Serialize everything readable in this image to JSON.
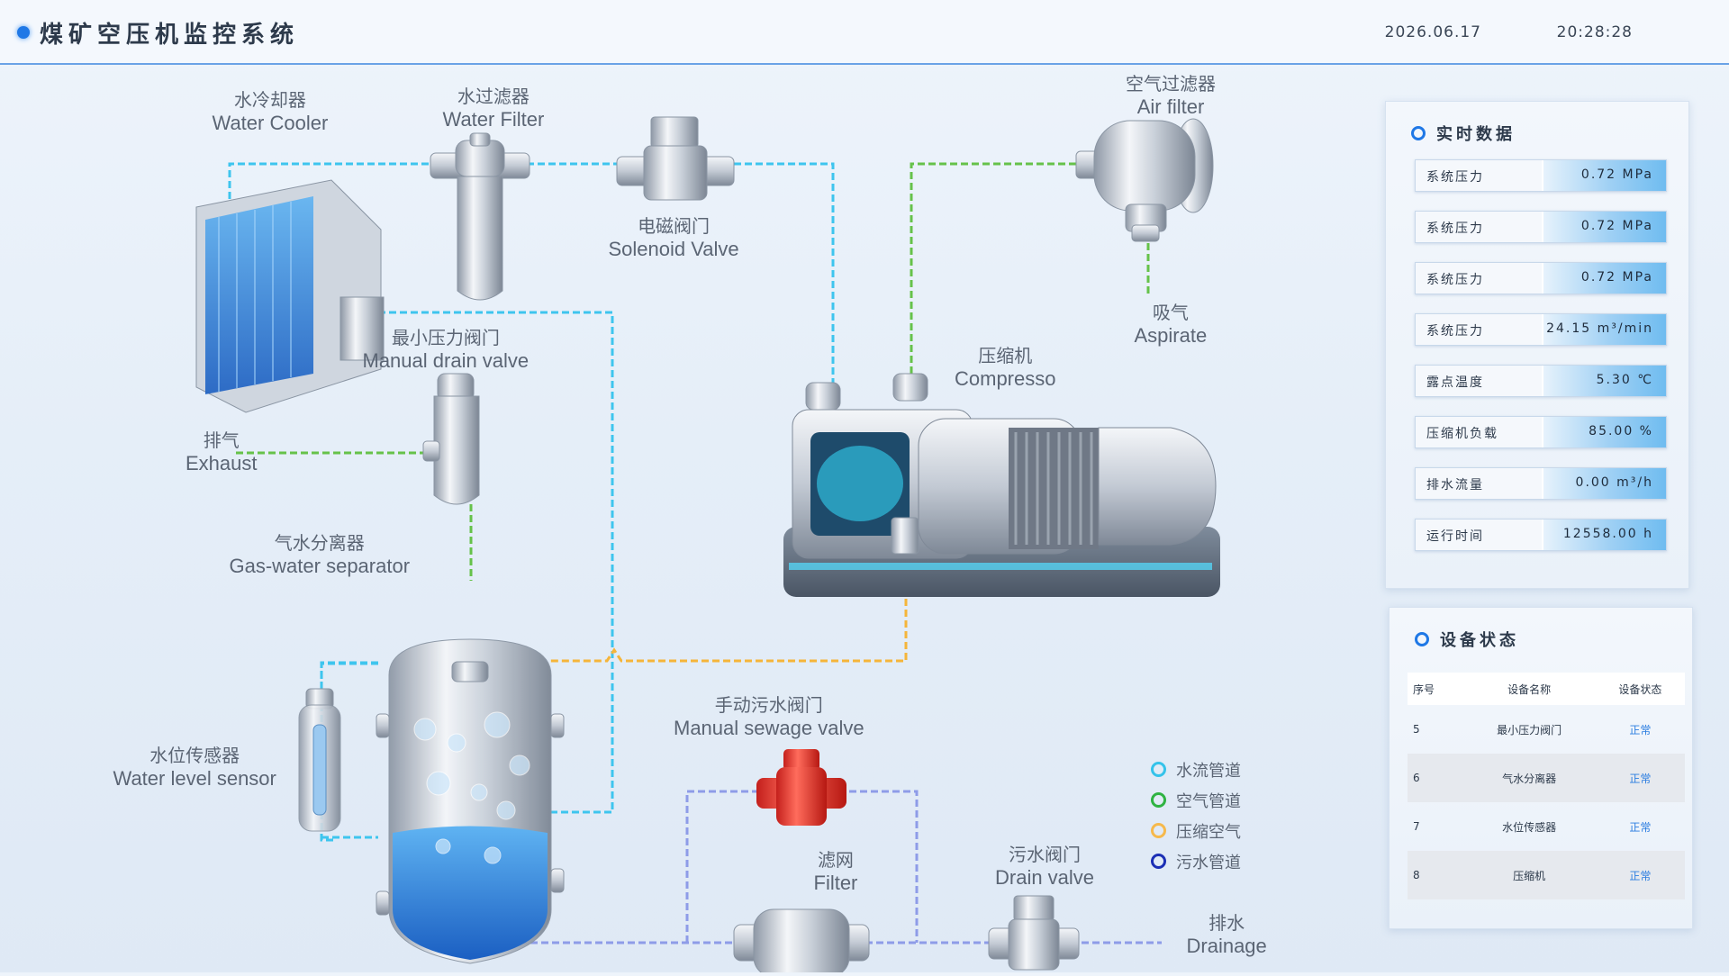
{
  "header": {
    "title": "煤矿空压机监控系统",
    "date": "2026.06.17",
    "time": "20:28:28"
  },
  "diagram": {
    "labels": {
      "water_cooler": {
        "zh": "水冷却器",
        "en": "Water Cooler"
      },
      "water_filter": {
        "zh": "水过滤器",
        "en": "Water Filter"
      },
      "solenoid_valve": {
        "zh": "电磁阀门",
        "en": "Solenoid Valve"
      },
      "air_filter": {
        "zh": "空气过滤器",
        "en": "Air filter"
      },
      "aspirate": {
        "zh": "吸气",
        "en": "Aspirate"
      },
      "compressor": {
        "zh": "压缩机",
        "en": "Compresso"
      },
      "min_pressure_valve": {
        "zh": "最小压力阀门",
        "en": "Manual drain valve"
      },
      "exhaust": {
        "zh": "排气",
        "en": "Exhaust"
      },
      "separator": {
        "zh": "气水分离器",
        "en": "Gas-water separator"
      },
      "water_level_sensor": {
        "zh": "水位传感器",
        "en": "Water level sensor"
      },
      "manual_sewage_valve": {
        "zh": "手动污水阀门",
        "en": "Manual sewage valve"
      },
      "filter": {
        "zh": "滤网",
        "en": "Filter"
      },
      "drain_valve": {
        "zh": "污水阀门",
        "en": "Drain valve"
      },
      "drainage": {
        "zh": "排水",
        "en": "Drainage"
      }
    },
    "pipe_colors": {
      "water": "#3ec5ee",
      "air": "#66c24a",
      "compressed": "#f5b53a",
      "sewage": "#8e9ce8"
    }
  },
  "legend": [
    {
      "label": "水流管道",
      "color": "#35c3ea"
    },
    {
      "label": "空气管道",
      "color": "#2fb342"
    },
    {
      "label": "压缩空气",
      "color": "#f6b94c"
    },
    {
      "label": "污水管道",
      "color": "#1c2fb5"
    }
  ],
  "realtime": {
    "title": "实时数据",
    "rows": [
      {
        "name": "系统压力",
        "value": "0.72 MPa"
      },
      {
        "name": "系统压力",
        "value": "0.72 MPa"
      },
      {
        "name": "系统压力",
        "value": "0.72 MPa"
      },
      {
        "name": "系统压力",
        "value": "24.15 m³/min"
      },
      {
        "name": "露点温度",
        "value": "5.30 ℃"
      },
      {
        "name": "压缩机负载",
        "value": "85.00 %"
      },
      {
        "name": "排水流量",
        "value": "0.00 m³/h"
      },
      {
        "name": "运行时间",
        "value": "12558.00 h"
      }
    ]
  },
  "device_status": {
    "title": "设备状态",
    "columns": [
      "序号",
      "设备名称",
      "设备状态"
    ],
    "rows": [
      {
        "no": "5",
        "name": "最小压力阀门",
        "status": "正常"
      },
      {
        "no": "6",
        "name": "气水分离器",
        "status": "正常"
      },
      {
        "no": "7",
        "name": "水位传感器",
        "status": "正常"
      },
      {
        "no": "8",
        "name": "压缩机",
        "status": "正常"
      }
    ]
  }
}
